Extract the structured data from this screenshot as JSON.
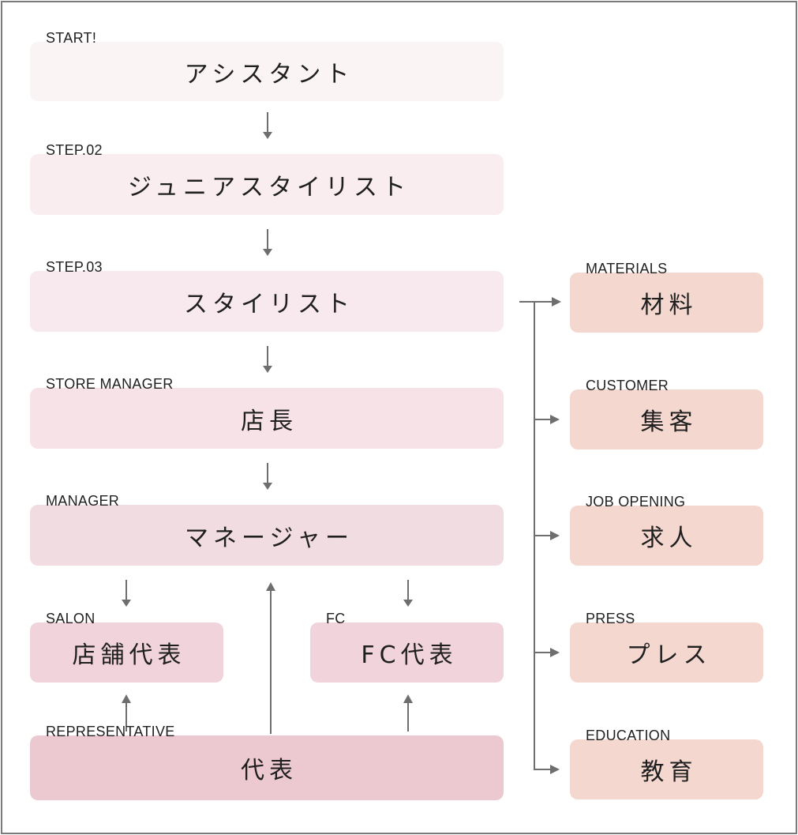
{
  "career_path": [
    {
      "label": "START!",
      "title": "アシスタント"
    },
    {
      "label": "STEP.02",
      "title": "ジュニアスタイリスト"
    },
    {
      "label": "STEP.03",
      "title": "スタイリスト"
    },
    {
      "label": "STORE MANAGER",
      "title": "店長"
    },
    {
      "label": "MANAGER",
      "title": "マネージャー"
    }
  ],
  "branch_roles": [
    {
      "label": "SALON",
      "title": "店舗代表"
    },
    {
      "label": "FC",
      "title": "FC代表"
    }
  ],
  "root_role": {
    "label": "REPRESENTATIVE",
    "title": "代表"
  },
  "departments": [
    {
      "label": "MATERIALS",
      "title": "材料"
    },
    {
      "label": "CUSTOMER",
      "title": "集客"
    },
    {
      "label": "JOB OPENING",
      "title": "求人"
    },
    {
      "label": "PRESS",
      "title": "プレス"
    },
    {
      "label": "EDUCATION",
      "title": "教育"
    }
  ],
  "colors": {
    "box_step1": "#faf4f5",
    "box_step2": "#f9edf0",
    "box_step3": "#f7e9ed",
    "box_store_manager": "#f6e2e7",
    "box_manager": "#f1dde1",
    "box_branch": "#f1d4db",
    "box_representative": "#ecc9d1",
    "box_department": "#f4d7cf",
    "arrow": "#6e6e6e",
    "text": "#1f1f1f",
    "frame_border": "#7b7b7b",
    "background": "#ffffff"
  }
}
